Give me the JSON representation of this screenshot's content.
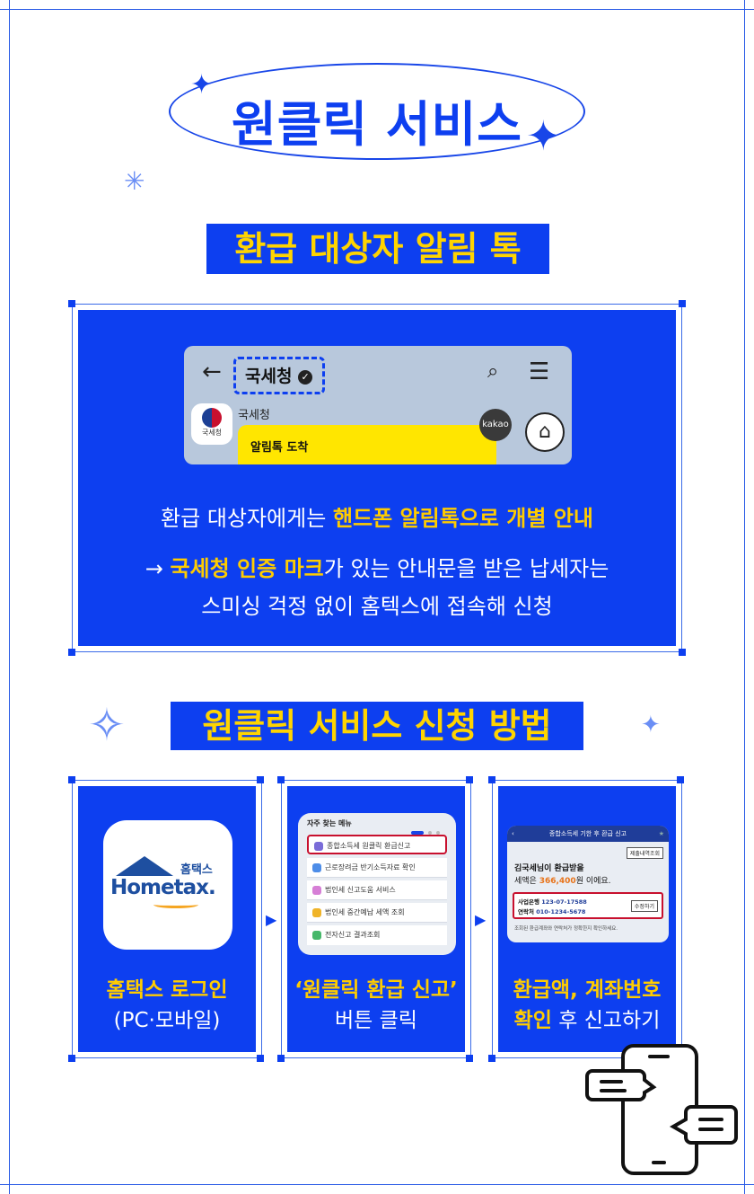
{
  "title": {
    "main": "원클릭 서비스"
  },
  "section1": {
    "heading": "환급 대상자 알림 톡",
    "chat": {
      "header_name": "국세청",
      "sender_name": "국세청",
      "avatar_label": "국세청",
      "bubble_text": "알림톡 도착",
      "kakao_badge": "kakao"
    },
    "line1_prefix": "환급 대상자에게는 ",
    "line1_highlight": "핸드폰 알림톡으로 개별 안내",
    "line2_arrow": "→ ",
    "line2_highlight": "국세청 인증 마크",
    "line2_suffix": "가 있는 안내문을 받은 납세자는",
    "line3": "스미싱 걱정 없이 홈텍스에 접속해 신청"
  },
  "section2": {
    "heading": "원클릭 서비스 신청 방법",
    "card1": {
      "logo_small": "홈택스",
      "logo_main": "Hometax.",
      "label_highlight": "홈택스 로그인",
      "label_sub": "(PC·모바일)"
    },
    "card2": {
      "menu_title": "자주 찾는 메뉴",
      "menu_items": [
        "종합소득세 원클릭 환급신고",
        "근로장려금 반기소득자료 확인",
        "법인세 신고도움 서비스",
        "법인세 중간예납 세액 조회",
        "전자신고 결과조회"
      ],
      "label_highlight": "‘원클릭 환급 신고’",
      "label_sub": "버튼 클릭"
    },
    "card3": {
      "screen_title": "종합소득세 기한 후 환급 신고",
      "history_btn": "제출내역조회",
      "line1": "김국세님이 환급받을",
      "line2_prefix": "세액은 ",
      "line2_amount": "366,400",
      "line2_suffix": "원 이에요.",
      "bank_label": "사업은행",
      "bank_value": "123-07-17588",
      "phone_label": "연락처",
      "phone_value": "010-1234-5678",
      "edit_btn": "수정하기",
      "notice": "조회된 환급계좌와 연락처가 정확한지 확인하세요.",
      "label_highlight1": "환급액, 계좌번호",
      "label_highlight2": "확인",
      "label_sub": " 후 신고하기"
    }
  },
  "colors": {
    "primary_blue": "#0d3ff0",
    "yellow": "#ffd400",
    "accent_red": "#c8102e"
  }
}
